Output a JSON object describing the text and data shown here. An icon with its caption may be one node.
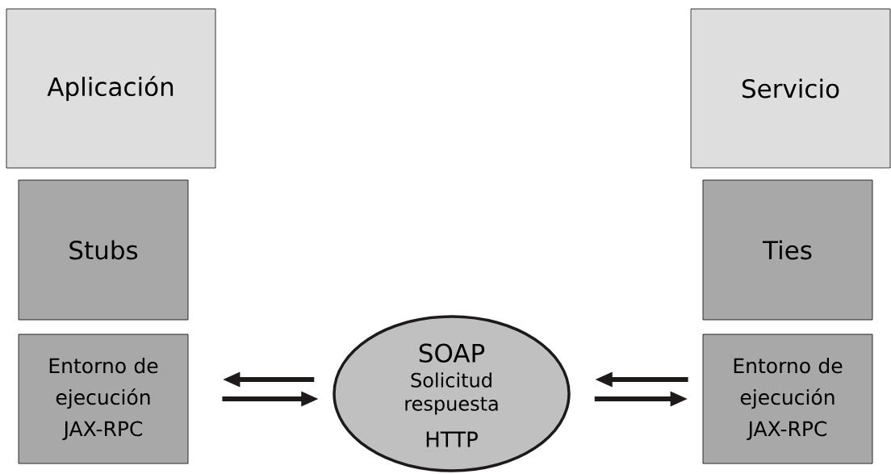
{
  "diagram": {
    "nodes": [
      {
        "text": [
          "Aplicación"
        ]
      },
      {
        "text": [
          "Stubs"
        ]
      },
      {
        "text": [
          "Entorno de ejecución JAX-RPC"
        ]
      },
      {
        "text": [
          "SOAP",
          "Solicitud respuesta",
          "HTTP"
        ]
      },
      {
        "text": [
          "Servicio"
        ]
      },
      {
        "text": [
          "Ties"
        ]
      },
      {
        "text": [
          "Entorno de ejecución JAX-RPC"
        ]
      }
    ],
    "edges": [
      {
        "from": 3,
        "to": 2,
        "arrow": "to"
      },
      {
        "from": 2,
        "to": 3,
        "arrow": "to"
      },
      {
        "from": 6,
        "to": 3,
        "arrow": "to"
      },
      {
        "from": 3,
        "to": 6,
        "arrow": "to"
      }
    ]
  }
}
